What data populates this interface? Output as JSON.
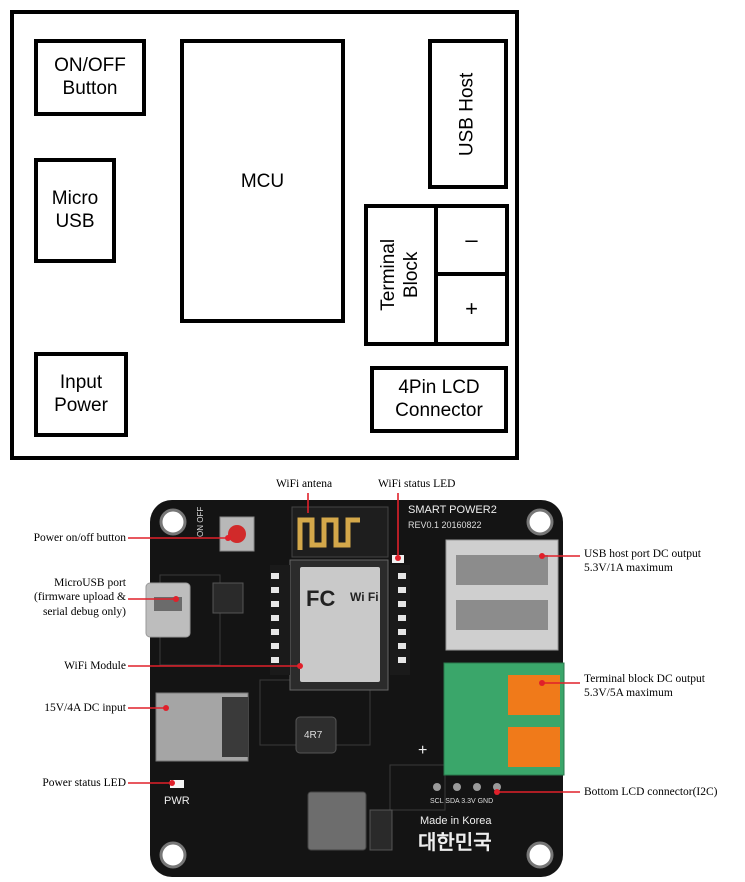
{
  "diagram": {
    "on_off_button": "ON/OFF\nButton",
    "micro_usb": "Micro\nUSB",
    "input_power": "Input\nPower",
    "mcu": "MCU",
    "usb_host": "USB Host",
    "terminal_block": "Terminal\nBlock",
    "terminal_minus": "–",
    "terminal_plus": "+",
    "lcd_connector": "4Pin LCD\nConnector"
  },
  "photo": {
    "annotations": {
      "wifi_antenna": "WiFi antena",
      "wifi_status_led": "WiFi status LED",
      "power_button": "Power on/off button",
      "microusb_port": "MicroUSB port\n(firmware upload &\nserial debug only)",
      "wifi_module": "WiFi Module",
      "dc_input": "15V/4A DC input",
      "power_led": "Power status LED",
      "usb_host_output": "USB host port DC output\n5.3V/1A maximum",
      "terminal_output": "Terminal block DC output\n5.3V/5A maximum",
      "lcd_connector": "Bottom LCD connector(I2C)"
    },
    "board_text": {
      "title": "SMART POWER2",
      "rev": "REV0.1 20160822",
      "on_off": "ON OFF",
      "pwr": "PWR",
      "made_in": "Made in Korea",
      "korean": "대한민국",
      "pins": "SCL  SDA  3.3V  GND",
      "inductor": "4R7",
      "module_fc": "FC",
      "module_wifi": "Wi Fi"
    },
    "colors": {
      "pcb": "#141414",
      "annotation_line": "#e0202a",
      "terminal_green": "#3aa66a",
      "terminal_orange": "#f07a1a",
      "usb_metal": "#c8c8c8"
    }
  }
}
